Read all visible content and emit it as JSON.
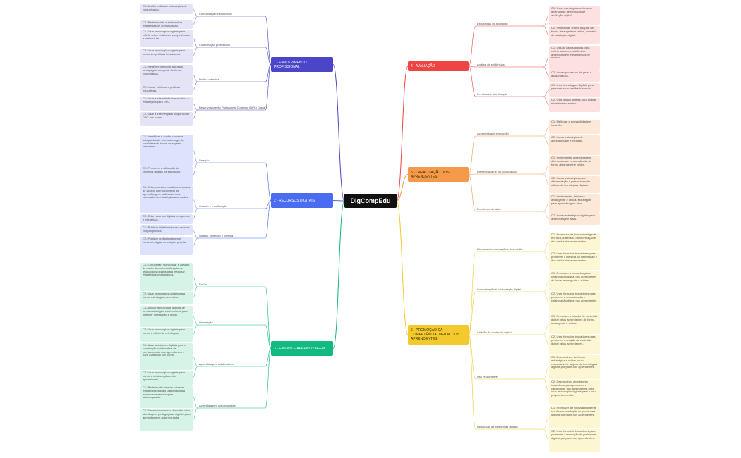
{
  "center": "DigCompEdu",
  "colors": {
    "b1": "#4b46c7",
    "b2": "#4a6cf0",
    "b3": "#12b981",
    "b4": "#ef4444",
    "b5": "#f59a4a",
    "b6": "#f3c92d",
    "leaf1": "#e4e4f6",
    "leaf2": "#dde3fc",
    "leaf3": "#d6f3e8",
    "leaf4": "#fde0e0",
    "leaf5": "#fde8d8",
    "leaf6": "#fdf6d2"
  },
  "branches": [
    {
      "label": "1 - ENVOLVIMENTO PROFISSIONAL",
      "subs": [
        {
          "label": "Comunicação institucional",
          "leaves": [
            "C1- Avaliar e discutir estratégias de comunicação.",
            "C2- Refletir sobre e redesenhar estratégias de comunicação."
          ]
        },
        {
          "label": "Colaboração profissional",
          "leaves": [
            "C1- Usar tecnologias digitais para refletir sobre práticas e competências e melhorá-las.",
            "C2- Usar tecnologias digitais para promover práticas inovadoras."
          ]
        },
        {
          "label": "Prática reflexiva",
          "leaves": [
            "C1- Refletir e melhorar a prática pedagógica em geral, de forma colaborativa.",
            "C2- Inovar políticas e práticas educativas."
          ]
        },
        {
          "label": "Desenvolvimento Profissional Contínuo (DPC) Digital",
          "leaves": [
            "C1- Usar a internet de forma crítica e estratégica para DPC.",
            "C2- Usar a internet para proporcionar DPC aos pares."
          ]
        }
      ]
    },
    {
      "label": "2 - RECURSOS DIGITAIS",
      "subs": [
        {
          "label": "Seleção",
          "leaves": [
            "C1- Identificar e avaliar recursos adequados de forma abrangente, considerando todos os aspetos relevantes.",
            "C2- Promover a utilização de recursos digitais na educação."
          ]
        },
        {
          "label": "Criação e modificação",
          "leaves": [
            "C1- Criar, cocriar e modificar recursos de acordo com o contexto de aprendizagem, utilizando uma variedade de estratégias avançadas.",
            "C2- Criar recursos digitais complexos e interativos."
          ]
        },
        {
          "label": "Gestão, proteção e partilha",
          "leaves": [
            "C1- Publicar digitalmente recursos de criação própria.",
            "C2- Publicar profissionalmente conteúdo digital de criação própria."
          ]
        }
      ]
    },
    {
      "label": "3 - ENSINO E APRENDIZAGEM",
      "subs": [
        {
          "label": "Ensino",
          "leaves": [
            "C1- Orquestrar, monitorizar e adaptar, de modo flexível, a utilização de tecnologias digitais para melhorar estratégias pedagógicas.",
            "C2- Usar tecnologias digitais para inovar estratégias de ensino."
          ]
        },
        {
          "label": "Orientação",
          "leaves": [
            "C1- Aplicar tecnologias digitais de forma estratégica e intencional para oferecer orientação e apoio.",
            "C2- Usar tecnologias digitais para inovar a oferta de orientação."
          ]
        },
        {
          "label": "Aprendizagem colaborativa",
          "leaves": [
            "C1- Usar ambientes digitais para a construção colaborativa de conhecimento dos aprendentes e para avaliação por pares.",
            "C2- Usar tecnologias digitais para inovar a colaboração entre aprendentes."
          ]
        },
        {
          "label": "Aprendizagem autorregulada",
          "leaves": [
            "C1- Refletir criticamente sobre as estratégias digitais utilizadas para promover aprendizagem autorregulada.",
            "C2- Desenvolver novos formatos e/ou abordagens pedagógicas digitais para aprendizagem autorregulada."
          ]
        }
      ]
    },
    {
      "label": "4 - AVALIAÇÃO",
      "subs": [
        {
          "label": "Estratégias de avaliação",
          "leaves": [
            "C1- Usar, estrategicamente uma diversidade de formatos de avaliação digital.",
            "C2- Selecionar, criar e adaptar de forma abrangente e crítica, formatos de avaliação digital."
          ]
        },
        {
          "label": "Análise de evidências",
          "leaves": [
            "C1- Utilizar dados digitais para refletir sobre os padrões de aprendizagem e estratégias de ensino.",
            "C2- Inovar processos de gerar e avaliar dados."
          ]
        },
        {
          "label": "Feedback e planificação",
          "leaves": [
            "C1- Usar tecnologias digitais para personalizar o feedback e apoio.",
            "C2- Usar dados digitais para avaliar e melhorar o ensino."
          ]
        }
      ]
    },
    {
      "label": "5 - CAPACITAÇÃO DOS APRENDENTES",
      "subs": [
        {
          "label": "Acessibilidade e inclusão",
          "leaves": [
            "C1- Melhorar a acessibilidade e inclusão.",
            "C2- Inovar estratégias de acessibilidade e inclusão."
          ]
        },
        {
          "label": "Diferenciação e personalização",
          "leaves": [
            "C1- Implementar aprendizagem diferenciada e personalizada de forma abrangente e crítica.",
            "C2- Inovar estratégias para diferenciação e personalização, utilizando tecnologias digitais."
          ]
        },
        {
          "label": "Envolvimento ativo",
          "leaves": [
            "C1- Implementar, de forma abrangente e crítica, estratégias para aprendizagem ativa.",
            "C2- Inovar estratégias digitais para aprendizagem ativa."
          ]
        }
      ]
    },
    {
      "label": "6 - PROMOÇÃO DA COMPETÊNCIA DIGITAL DOS APRENDENTES",
      "subs": [
        {
          "label": "Literacia da informação e dos média",
          "leaves": [
            "C1- Promover, de forma abrangente e crítica, a literacia da informação e dos média dos aprendentes.",
            "C2- Usar formatos inovadores para promover a literacia da informação e dos média dos aprendentes."
          ]
        },
        {
          "label": "Comunicação e colaboração digital",
          "leaves": [
            "C1- Promover a comunicação e colaboração digital dos aprendentes de forma abrangente e crítica.",
            "C2- Usar formatos inovadores para promover a comunicação e colaboração digital dos aprendentes."
          ]
        },
        {
          "label": "Criação de conteúdo digital",
          "leaves": [
            "C1- Promover a criação de conteúdo digital pelos aprendentes de forma abrangente e crítica.",
            "C2- Usar formatos inovadores para promover a criação de conteúdo digital pelos aprendentes."
          ]
        },
        {
          "label": "Uso responsável",
          "leaves": [
            "C1- Desenvolver, de forma estratégica e crítica, o uso responsável e seguro de tecnologias digitais por parte dos aprendentes.",
            "C2- Desenvolver abordagens inovadoras para promover a capacidade dos aprendentes para usar tecnologias digitais para o seu próprio bem-estar."
          ]
        },
        {
          "label": "Resolução de problemas digitais",
          "leaves": [
            "C1- Promover, de forma abrangente e crítica, a resolução de problemas digitais por parte dos aprendentes.",
            "C2- Usar formatos inovadores para promover a resolução de problemas digitais por parte dos aprendentes."
          ]
        }
      ]
    }
  ]
}
